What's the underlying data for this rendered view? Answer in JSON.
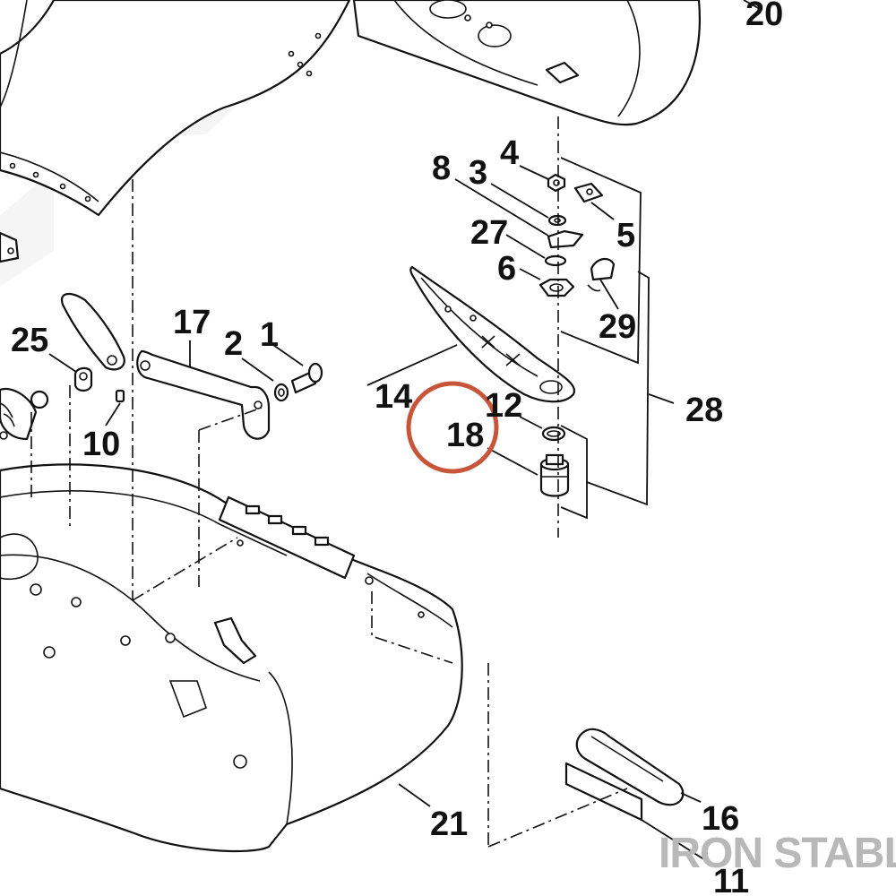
{
  "diagram": {
    "callouts": {
      "p1": "1",
      "p2": "2",
      "p3": "3",
      "p4": "4",
      "p5": "5",
      "p6": "6",
      "p8": "8",
      "p10": "10",
      "p11": "11",
      "p12": "12",
      "p14": "14",
      "p16": "16",
      "p17": "17",
      "p18": "18",
      "p20": "20",
      "p21": "21",
      "p25": "25",
      "p27": "27",
      "p28": "28",
      "p29": "29"
    },
    "highlighted_part": "18",
    "highlight_color": "#c8553a",
    "line_color": "#111111",
    "watermark": "IRON STABLE"
  }
}
